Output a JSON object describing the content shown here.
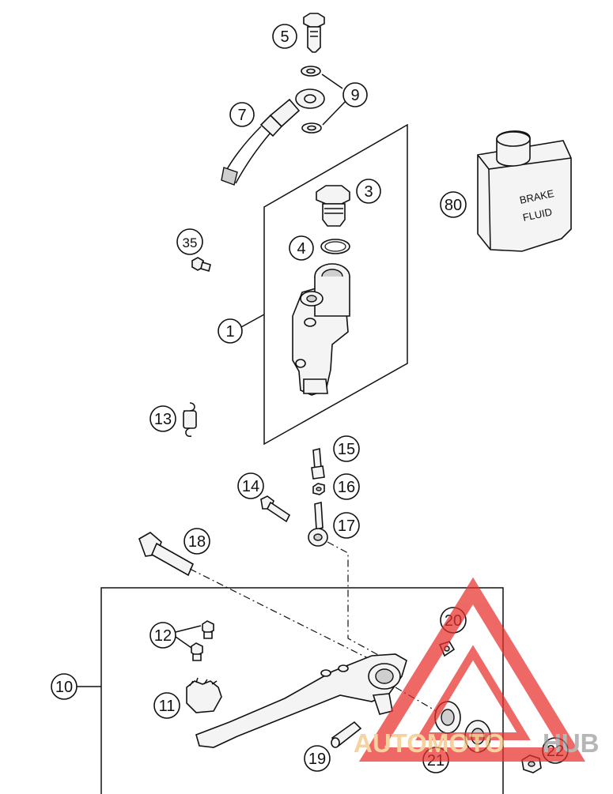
{
  "callouts": {
    "c1": "1",
    "c3": "3",
    "c4": "4",
    "c5": "5",
    "c7": "7",
    "c9": "9",
    "c10": "10",
    "c11": "11",
    "c12": "12",
    "c13": "13",
    "c14": "14",
    "c15": "15",
    "c16": "16",
    "c17": "17",
    "c18": "18",
    "c19": "19",
    "c20": "20",
    "c21": "21",
    "c22": "22",
    "c35": "35",
    "c80": "80"
  },
  "can_label": {
    "line1": "BRAKE",
    "line2": "FLUID"
  },
  "watermark": {
    "text_left": "AUTOMOTO",
    "text_right": "HUB",
    "color_left": "#f2c27a",
    "color_right": "#9a9a9a",
    "triangle_color": "#e8302c"
  }
}
